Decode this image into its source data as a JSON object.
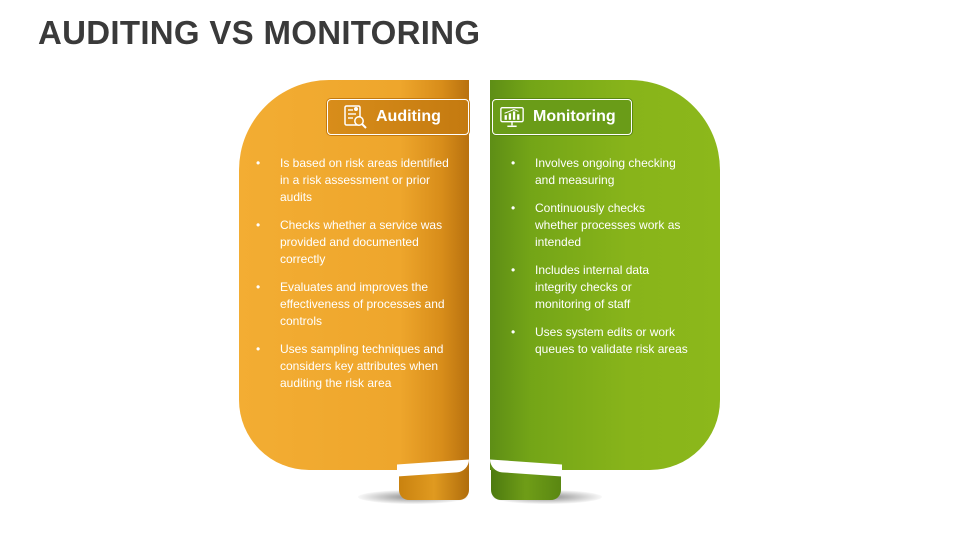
{
  "title": "AUDITING VS MONITORING",
  "colors": {
    "auditing": "#eea62c",
    "monitoring": "#88b41a",
    "title": "#3a3a3a"
  },
  "auditing": {
    "label": "Auditing",
    "icon": "audit-document-icon",
    "bullet": "•",
    "items": [
      "Is based on risk areas identified in a risk assessment or prior audits",
      "Checks whether a service was provided and documented correctly",
      "Evaluates and improves the effectiveness of processes and controls",
      "Uses sampling techniques and considers key attributes when auditing the risk area"
    ]
  },
  "monitoring": {
    "label": "Monitoring",
    "icon": "monitor-chart-icon",
    "bullet": "•",
    "items": [
      "Involves ongoing checking and measuring",
      "Continuously checks whether processes work as intended",
      "Includes internal data integrity checks or monitoring of staff",
      "Uses system edits or work queues to validate risk areas"
    ]
  }
}
